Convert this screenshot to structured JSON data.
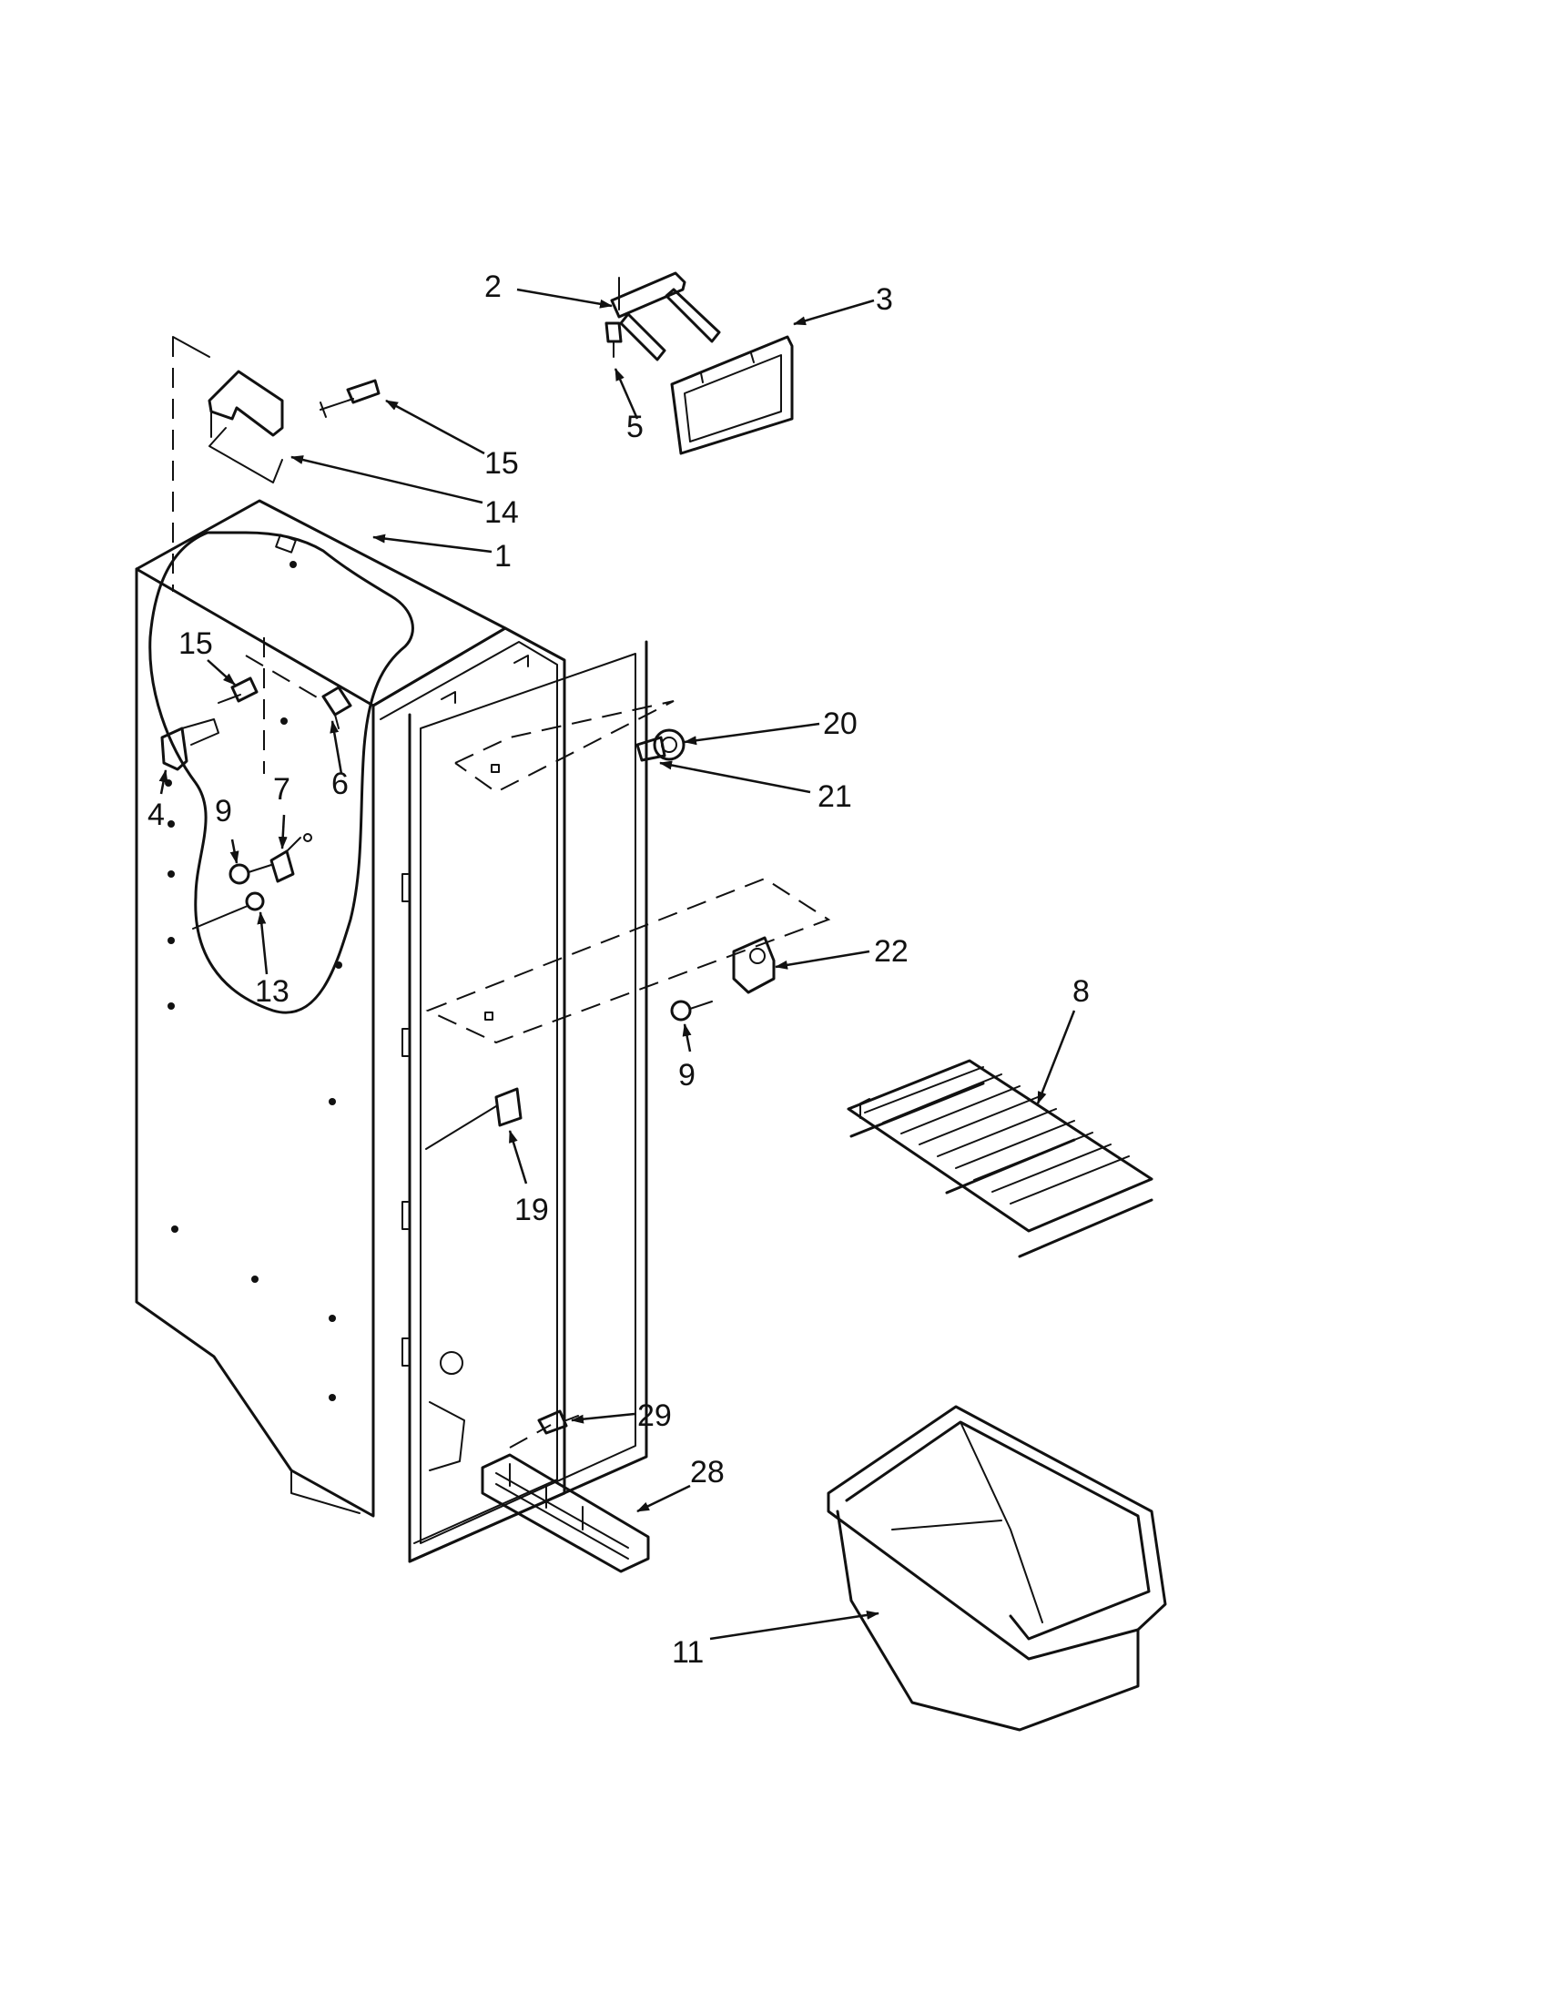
{
  "diagram": {
    "callouts": [
      "2",
      "3",
      "5",
      "15",
      "14",
      "1",
      "15",
      "6",
      "7",
      "4",
      "9",
      "13",
      "20",
      "21",
      "22",
      "9",
      "8",
      "19",
      "29",
      "28",
      "11"
    ]
  }
}
